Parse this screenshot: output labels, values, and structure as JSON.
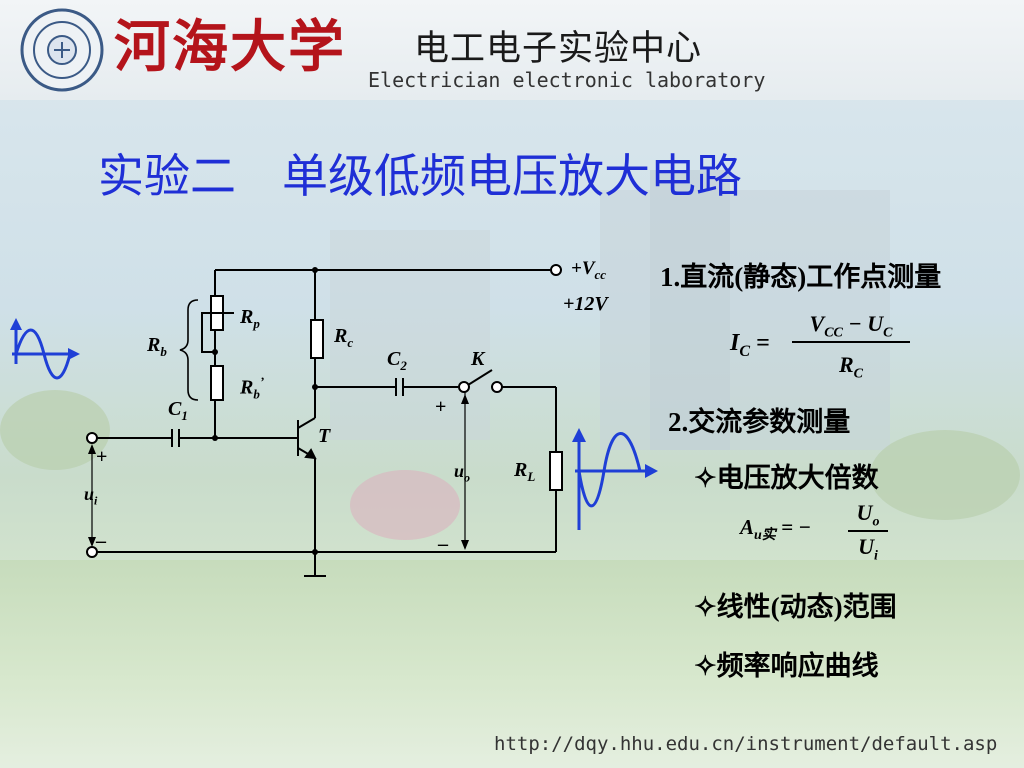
{
  "header": {
    "university_name": "河海大学",
    "lab_name_cn": "电工电子实验中心",
    "lab_name_en": "Electrician electronic laboratory"
  },
  "title": "实验二　单级低频电压放大电路",
  "circuit": {
    "vcc_label": "+V",
    "vcc_sub": "cc",
    "vcc_value": "+12V",
    "rp": "R",
    "rp_sub": "p",
    "rb": "R",
    "rb_sub": "b",
    "rb2": "R",
    "rb2_sub": "b",
    "rc": "R",
    "rc_sub": "c",
    "c1": "C",
    "c1_sub": "1",
    "c2": "C",
    "c2_sub": "2",
    "k": "K",
    "t": "T",
    "rl": "R",
    "rl_sub": "L",
    "uo": "u",
    "uo_sub": "o",
    "ui": "u",
    "ui_sub": "i",
    "plus": "+",
    "minus": "–"
  },
  "content": {
    "item1_num": "1.",
    "item1": "直流(静态)工作点测量",
    "ic_formula": {
      "lhs": "I",
      "lhs_sub": "C",
      "num": "V",
      "num_sub": "CC",
      "num_mid": " − U",
      "num_sub2": "C",
      "den": "R",
      "den_sub": "C"
    },
    "item2_num": "2.",
    "item2": "交流参数测量",
    "b1": "电压放大倍数",
    "au_formula": {
      "lhs": "A",
      "lhs_sub": "u实",
      "eq": " = −",
      "num": "U",
      "num_sub": "o",
      "den": "U",
      "den_sub": "i"
    },
    "b2": "线性(动态)范围",
    "b3": "频率响应曲线",
    "bullet_symbol": "✧"
  },
  "footer": {
    "url": "http://dqy.hhu.edu.cn/instrument/default.asp"
  }
}
